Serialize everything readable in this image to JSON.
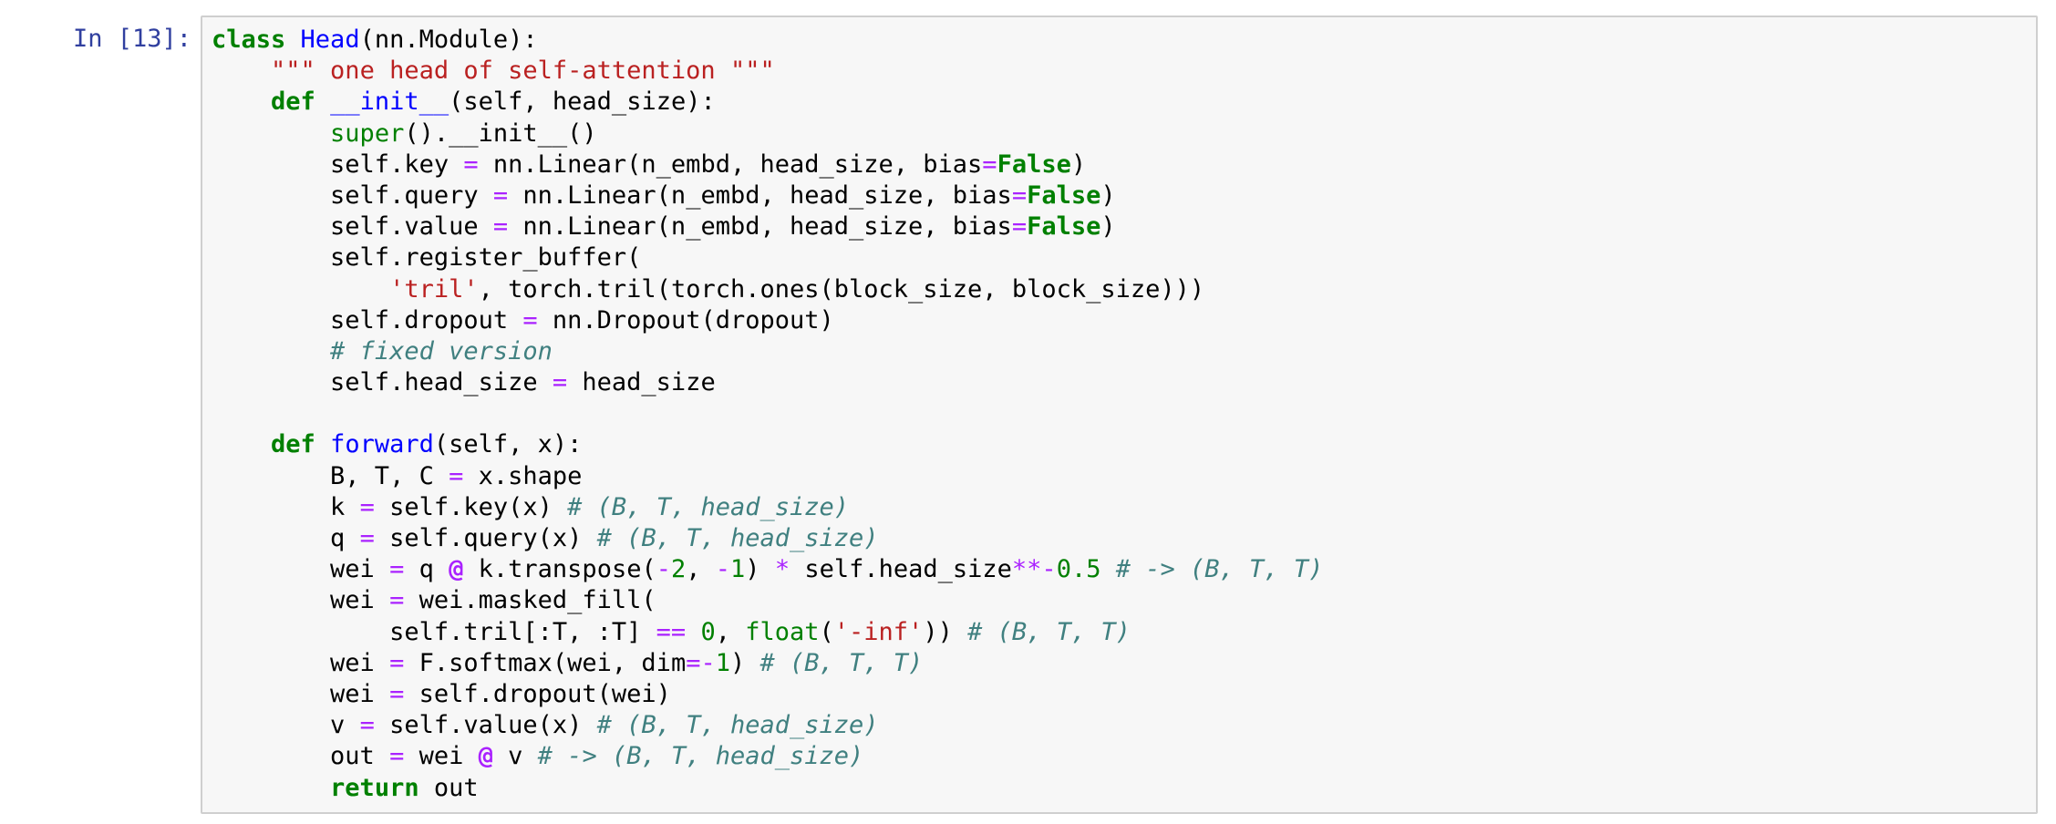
{
  "cell": {
    "prompt": "In [13]:",
    "lines": [
      "class Head(nn.Module):",
      "    \"\"\" one head of self-attention \"\"\"",
      "    def __init__(self, head_size):",
      "        super().__init__()",
      "        self.key = nn.Linear(n_embd, head_size, bias=False)",
      "        self.query = nn.Linear(n_embd, head_size, bias=False)",
      "        self.value = nn.Linear(n_embd, head_size, bias=False)",
      "        self.register_buffer(",
      "            'tril', torch.tril(torch.ones(block_size, block_size)))",
      "        self.dropout = nn.Dropout(dropout)",
      "        # fixed version",
      "        self.head_size = head_size",
      "",
      "    def forward(self, x):",
      "        B, T, C = x.shape",
      "        k = self.key(x) # (B, T, head_size)",
      "        q = self.query(x) # (B, T, head_size)",
      "        wei = q @ k.transpose(-2, -1) * self.head_size**-0.5 # -> (B, T, T)",
      "        wei = wei.masked_fill(",
      "            self.tril[:T, :T] == 0, float('-inf')) # (B, T, T)",
      "        wei = F.softmax(wei, dim=-1) # (B, T, T)",
      "        wei = self.dropout(wei)",
      "        v = self.value(x) # (B, T, head_size)",
      "        out = wei @ v # -> (B, T, head_size)",
      "        return out"
    ]
  },
  "colors": {
    "prompt": "#303F9F",
    "keyword": "#008000",
    "function_name": "#0000FF",
    "operator": "#AA22FF",
    "string": "#BA2121",
    "comment": "#408080",
    "cell_background": "#f7f7f7",
    "cell_border": "#cfcfcf"
  }
}
